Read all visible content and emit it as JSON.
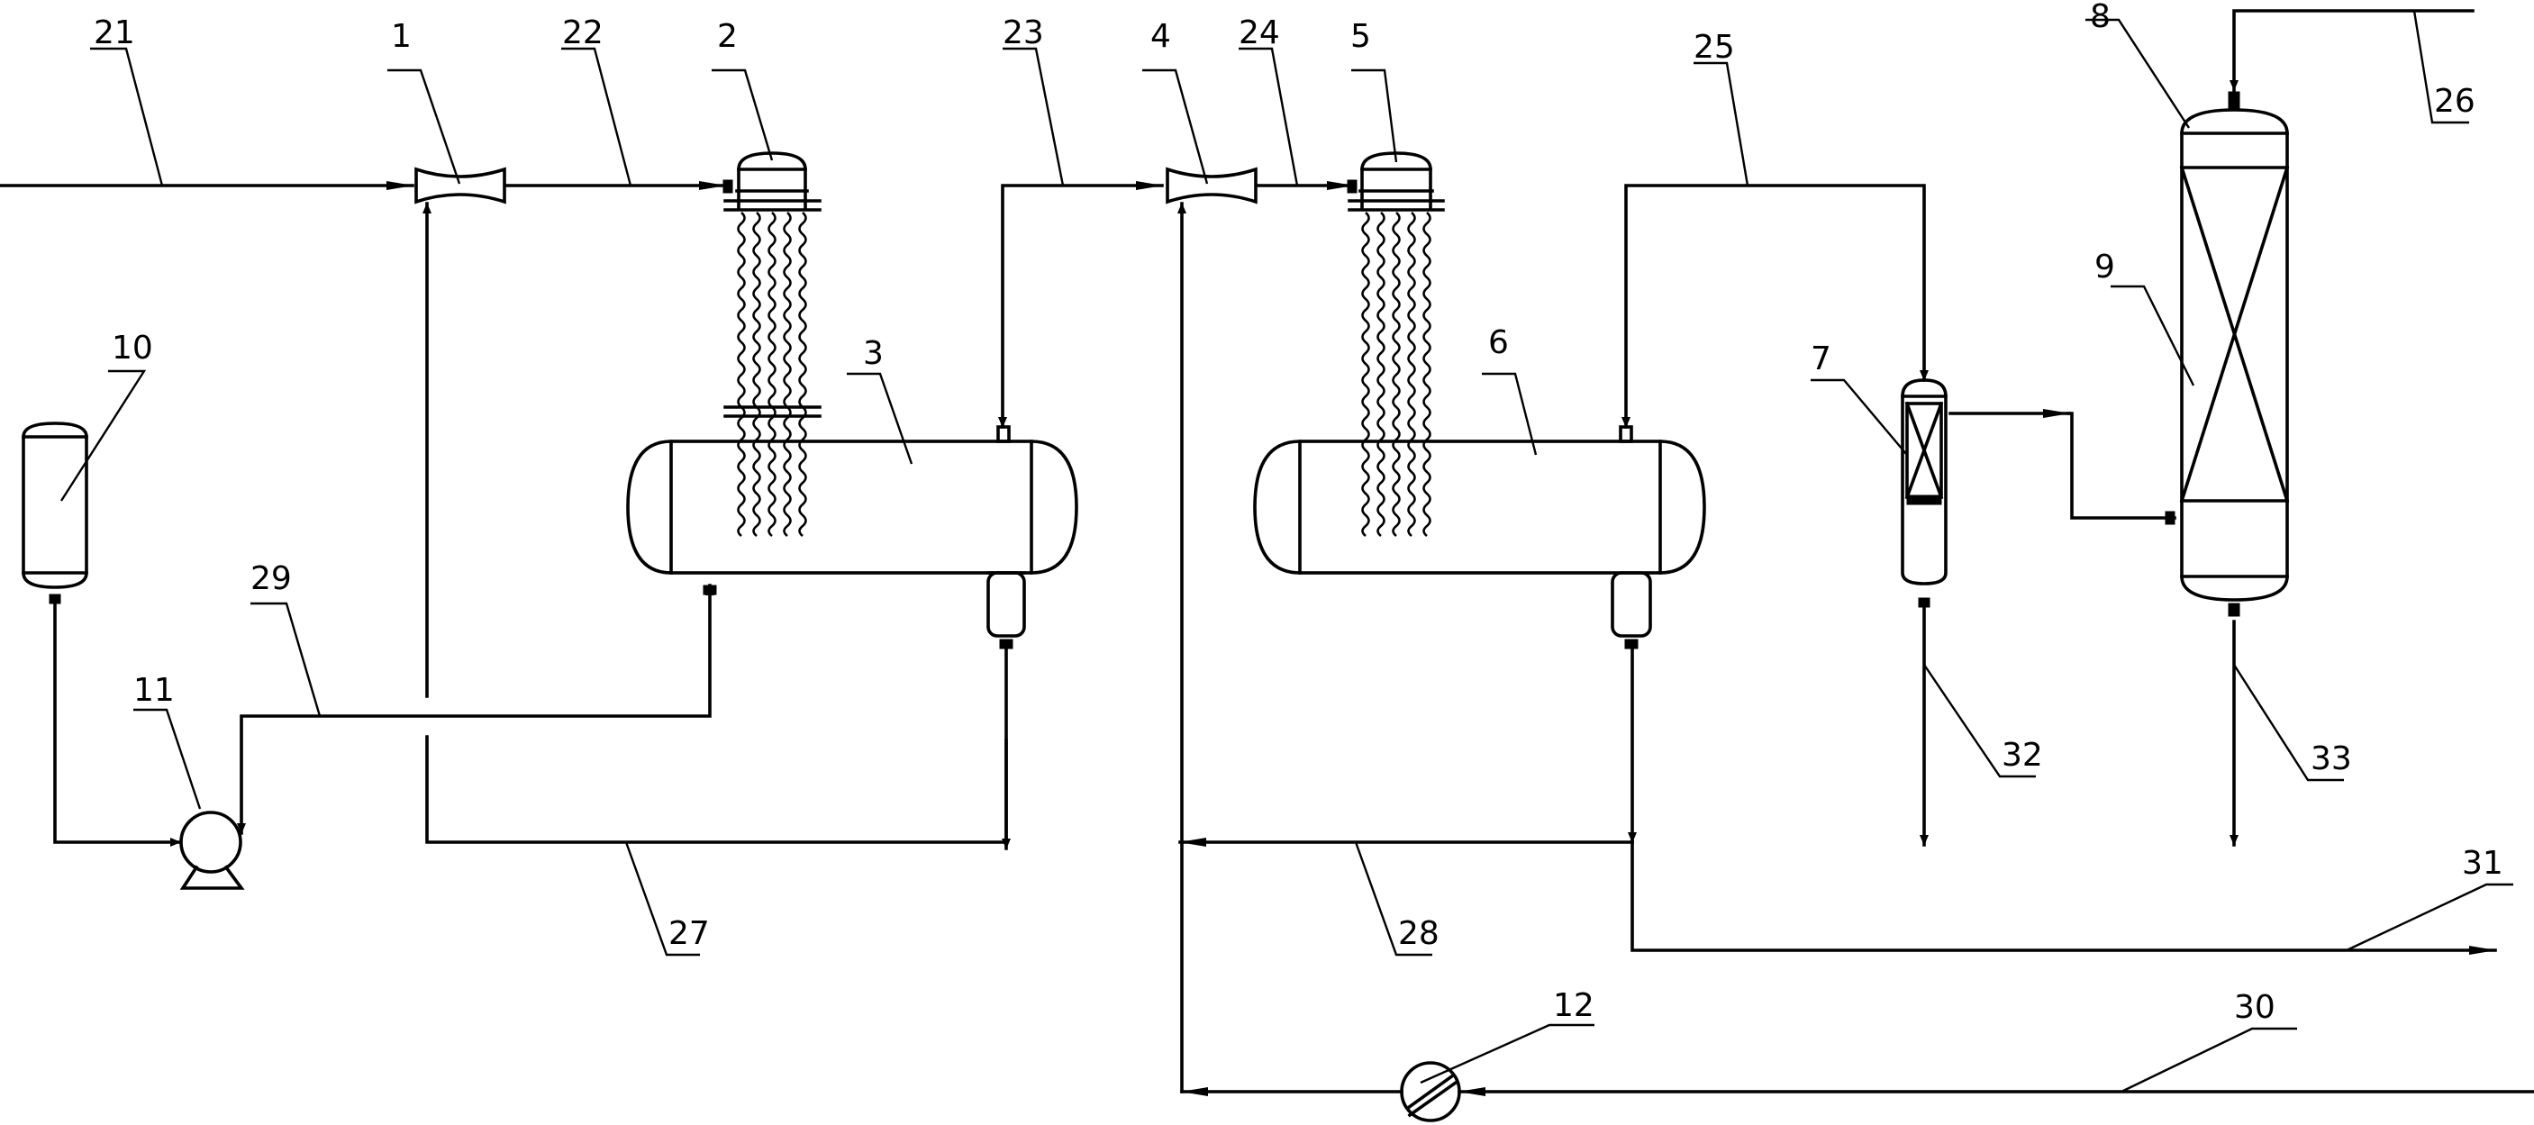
{
  "labels": {
    "l1": "1",
    "l2": "2",
    "l3": "3",
    "l4": "4",
    "l5": "5",
    "l6": "6",
    "l7": "7",
    "l8": "8",
    "l9": "9",
    "l10": "10",
    "l11": "11",
    "l12": "12",
    "l21": "21",
    "l22": "22",
    "l23": "23",
    "l24": "24",
    "l25": "25",
    "l26": "26",
    "l27": "27",
    "l28": "28",
    "l29": "29",
    "l30": "30",
    "l31": "31",
    "l32": "32",
    "l33": "33"
  }
}
